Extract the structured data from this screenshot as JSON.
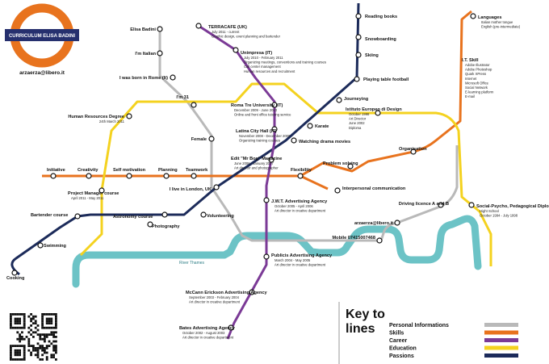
{
  "logo": {
    "title": "CURRICULUM ELISA BADINI",
    "email": "arzaerza@libero.it"
  },
  "colors": {
    "personal": "#b9b9b9",
    "skills": "#e8731e",
    "career": "#7b3a96",
    "education": "#f4d21f",
    "passions": "#1c2b5a",
    "river": "#6cc3c6"
  },
  "river_label": "River Thames",
  "key": {
    "title_line1": "Key to",
    "title_line2": "lines",
    "entries": [
      {
        "label": "Personal Informations",
        "line": "personal"
      },
      {
        "label": "Skills",
        "line": "skills"
      },
      {
        "label": "Career",
        "line": "career"
      },
      {
        "label": "Education",
        "line": "education"
      },
      {
        "label": "Passions",
        "line": "passions"
      }
    ]
  },
  "stations": [
    {
      "id": "elisa-badini",
      "label": "Elisa Badini",
      "sub": []
    },
    {
      "id": "im-italian",
      "label": "I'm Italian",
      "sub": []
    },
    {
      "id": "born-in-rome",
      "label": "I was born in Rome (It)",
      "sub": []
    },
    {
      "id": "im-31",
      "label": "I'm 31",
      "sub": []
    },
    {
      "id": "female",
      "label": "Female",
      "sub": []
    },
    {
      "id": "live-in-london",
      "label": "I live in London, UK",
      "sub": []
    },
    {
      "id": "mobile",
      "label": "Mobile 07415007468",
      "sub": []
    },
    {
      "id": "email",
      "label": "arzaerza@libero.it",
      "sub": []
    },
    {
      "id": "driving-licence",
      "label": "Driving licence A and B",
      "sub": []
    },
    {
      "id": "terracafe",
      "label": "TERRACAFE (UK)",
      "sub": [
        "July 2011 - current",
        "Graphic design, event planning and bartender"
      ]
    },
    {
      "id": "unimpresa",
      "label": "Unimpresa (IT)",
      "sub": [
        "July 2010 - February 2011",
        "Organizing meetings, conventions and training courses",
        "Call center management",
        "Human resources and recruitment"
      ]
    },
    {
      "id": "roma-tre",
      "label": "Roma Tre University (IT)",
      "sub": [
        "December 2009 - June 2010",
        "Online and front office tutoring service"
      ]
    },
    {
      "id": "latina-city-hall",
      "label": "Latina City Hall (IT)",
      "sub": [
        "November 2008 - December 2009",
        "Organizing training courses"
      ]
    },
    {
      "id": "mbog",
      "label": "Edit \"Mr Bog\" Magazine",
      "sub": [
        "June 2006 - January 2007",
        "Art director and photographer"
      ]
    },
    {
      "id": "jwt",
      "label": "J.W.T. Advertising Agency",
      "sub": [
        "October 2005 - April 2006",
        "Art director in creative department"
      ]
    },
    {
      "id": "publicis",
      "label": "Publicis Advertising Agency",
      "sub": [
        "March 2004 - May 2005",
        "Art director in creative department"
      ]
    },
    {
      "id": "mccann",
      "label": "McCann Erickson Advertising Agency",
      "sub": [
        "September 2003 - February 2004",
        "Art director in creative department"
      ]
    },
    {
      "id": "bates",
      "label": "Bates Advertising Agency",
      "sub": [
        "October 2002 - August 2003",
        "Art director in creative department"
      ]
    },
    {
      "id": "hr-degree",
      "label": "Human Resources Degree",
      "sub": [
        "24th March 2011"
      ]
    },
    {
      "id": "pm-course",
      "label": "Project Manager course",
      "sub": [
        "April 2011 - May 2011"
      ]
    },
    {
      "id": "ied",
      "label": "Istituto Europeo di Design",
      "sub": [
        "October 1998",
        "Art Director",
        "June 2002",
        "Diploma"
      ]
    },
    {
      "id": "high-school",
      "label": "Social-Psycho, Pedagogical Diploma",
      "sub": [
        "Hight School",
        "October 1994 - July 1998"
      ]
    },
    {
      "id": "languages",
      "label": "Languages",
      "sub": [
        "Italian mother tongue",
        "English (pre-intermediate)"
      ]
    },
    {
      "id": "it-skill",
      "label": "I.T. Skill",
      "sub": [
        "Adobe Illustrator",
        "Adobe Photoshop",
        "Quark XPress",
        "Internet",
        "Microsoft Office",
        "Social Network",
        "E-learning platform",
        "E-mail"
      ]
    },
    {
      "id": "initiative",
      "label": "Initiative",
      "sub": []
    },
    {
      "id": "creativity",
      "label": "Creativity",
      "sub": []
    },
    {
      "id": "self-motivation",
      "label": "Self motivation",
      "sub": []
    },
    {
      "id": "planning",
      "label": "Planning",
      "sub": []
    },
    {
      "id": "teamwork",
      "label": "Teamwork",
      "sub": []
    },
    {
      "id": "flexibility",
      "label": "Flexibility",
      "sub": []
    },
    {
      "id": "problem-solving",
      "label": "Problem solving",
      "sub": []
    },
    {
      "id": "organisation",
      "label": "Organisation",
      "sub": []
    },
    {
      "id": "interpersonal",
      "label": "Interpersonal communication",
      "sub": []
    },
    {
      "id": "reading-books",
      "label": "Reading books",
      "sub": []
    },
    {
      "id": "snowboarding",
      "label": "Snowboarding",
      "sub": []
    },
    {
      "id": "skiing",
      "label": "Skiing",
      "sub": []
    },
    {
      "id": "table-football",
      "label": "Playing table football",
      "sub": []
    },
    {
      "id": "journeying",
      "label": "Journeying",
      "sub": []
    },
    {
      "id": "karate",
      "label": "Karate",
      "sub": []
    },
    {
      "id": "drama-movies",
      "label": "Watching drama movies",
      "sub": []
    },
    {
      "id": "volunteering",
      "label": "Volunteering",
      "sub": []
    },
    {
      "id": "photography",
      "label": "Photography",
      "sub": []
    },
    {
      "id": "astronomy",
      "label": "Astronomy course",
      "sub": []
    },
    {
      "id": "bartender",
      "label": "Bartender course",
      "sub": []
    },
    {
      "id": "swimming",
      "label": "Swimming",
      "sub": []
    },
    {
      "id": "cooking",
      "label": "Cooking",
      "sub": []
    }
  ]
}
